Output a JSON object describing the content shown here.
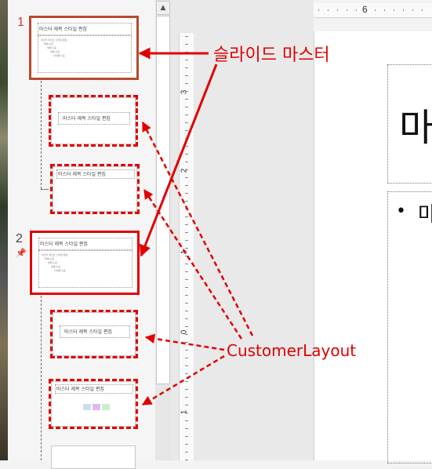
{
  "thumbnails": {
    "slide1": {
      "number": "1",
      "title": "마스터 제목 스타일 편집",
      "body_lines": [
        "마스터 텍스트 스타일 편집",
        "둘째 수준",
        "셋째 수준",
        "넷째 수준",
        "다섯째 수준"
      ]
    },
    "layout1": {
      "title": "마스터 제목 스타일 편집"
    },
    "layout2": {
      "title": "마스터 제목 스타일 편집"
    },
    "slide2": {
      "number": "2",
      "title": "마스터 제목 스타일 편집",
      "body_lines": [
        "마스터 텍스트 스타일 편집",
        "둘째 수준",
        "셋째 수준",
        "넷째 수준",
        "다섯째 수준"
      ]
    },
    "layout3": {
      "title": "마스터 제목 스타일 편집"
    },
    "layout4": {
      "title": "마스터 제목 스타일 편집"
    }
  },
  "icons": {
    "scroll_up": "triangle-up",
    "pin": "pin"
  },
  "ruler": {
    "horizontal_label": "6",
    "vertical_labels": [
      "3",
      "2",
      "1",
      "0",
      "1"
    ]
  },
  "canvas": {
    "title_text": "마",
    "body_bullet": "•",
    "body_text": "마"
  },
  "annotations": {
    "slide_master": "슬라이드 마스터",
    "customer_layout": "CustomerLayout"
  },
  "colors": {
    "annotation_red": "#e00000",
    "master_border_brown": "#b84a2e",
    "slide_number_red": "#d03a2f"
  }
}
